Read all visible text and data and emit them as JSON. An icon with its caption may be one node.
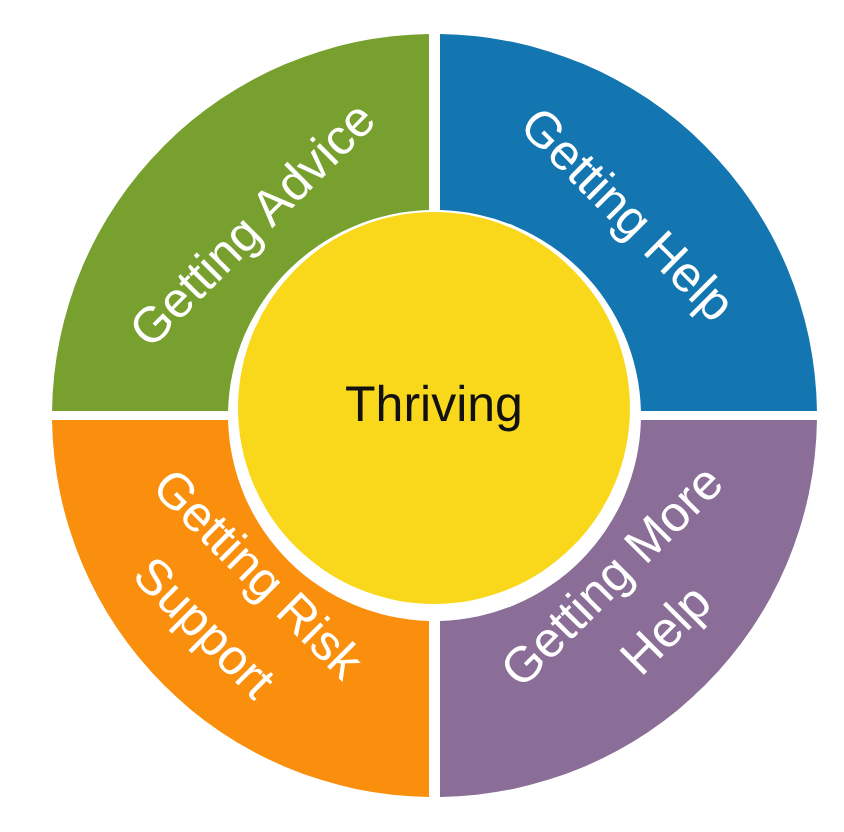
{
  "diagram": {
    "nodes": [
      {
        "text": [
          "Getting Advice"
        ]
      },
      {
        "text": [
          "Getting Help"
        ]
      },
      {
        "text": [
          "Thriving"
        ]
      },
      {
        "text": [
          "Getting Risk Support"
        ]
      },
      {
        "text": [
          "Getting More Help"
        ]
      }
    ]
  }
}
